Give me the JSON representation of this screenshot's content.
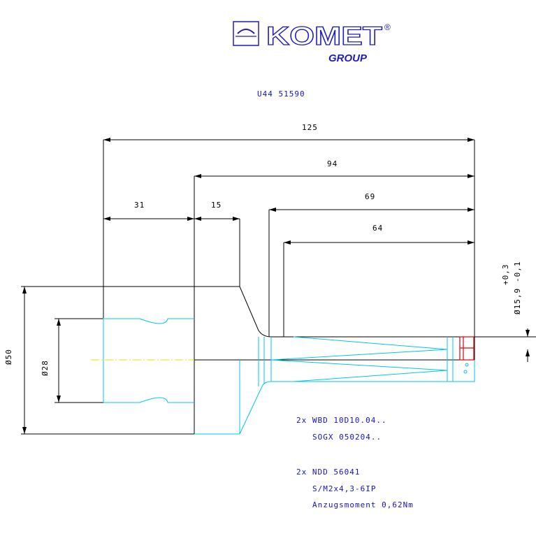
{
  "logo": {
    "name": "KOMET",
    "registered_mark": "®",
    "group": "GROUP"
  },
  "part_number": "U44 51590",
  "dimensions": {
    "overall_length": "125",
    "length_94": "94",
    "length_69": "69",
    "length_64": "64",
    "length_31": "31",
    "length_15": "15",
    "diameter_50": "Ø50",
    "diameter_28": "Ø28",
    "diameter_tip": "Ø15,9",
    "tolerance_upper": "+0,3",
    "tolerance_lower": "-0,1"
  },
  "notes": {
    "line1": "2x WBD 10D10.04..",
    "line2": "SOGX 050204..",
    "line3": "2x NDD 56041",
    "line4": "S/M2x4,3-6IP",
    "line5": "Anzugsmoment 0,62Nm"
  },
  "colors": {
    "dimension": "#000000",
    "outline": "#000000",
    "hidden_geometry": "#00c8e6",
    "centerline": "#e6e600",
    "text_blue": "#1414c8",
    "insert_red": "#e60000"
  }
}
